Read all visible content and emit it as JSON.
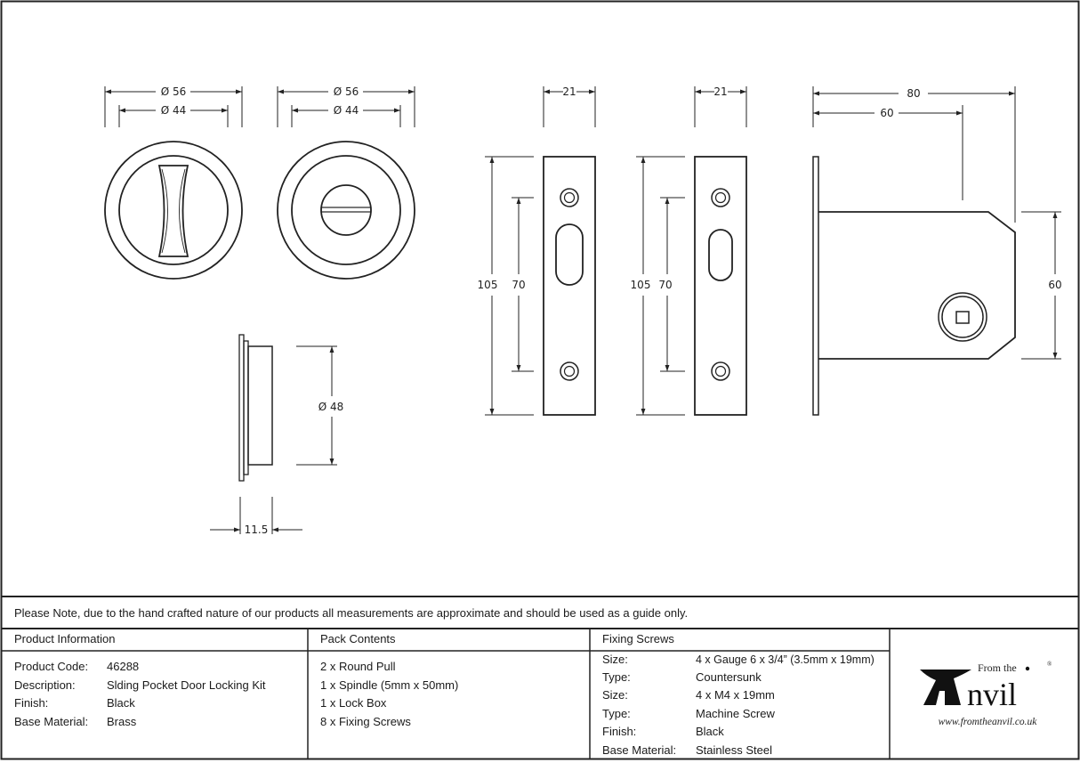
{
  "drawing": {
    "pull_privacy": {
      "outer_diameter": "Ø 56",
      "inner_diameter": "Ø 44"
    },
    "pull_turn": {
      "outer_diameter": "Ø 56",
      "inner_diameter": "Ø 44"
    },
    "pull_side": {
      "diameter": "Ø 48",
      "depth": "11.5"
    },
    "faceplate_1": {
      "width": "21",
      "height": "105",
      "hole_spacing": "70"
    },
    "faceplate_2": {
      "width": "21",
      "height": "105",
      "hole_spacing": "70"
    },
    "lock_box": {
      "overall_depth": "80",
      "backset": "60",
      "height": "60"
    }
  },
  "note": "Please Note, due to the hand crafted nature of our products all measurements are approximate and should be used as a guide only.",
  "product_info": {
    "heading": "Product Information",
    "rows": [
      {
        "label": "Product Code:",
        "value": "46288"
      },
      {
        "label": "Description:",
        "value": "Slding Pocket Door Locking Kit"
      },
      {
        "label": "Finish:",
        "value": "Black"
      },
      {
        "label": "Base Material:",
        "value": "Brass"
      }
    ]
  },
  "pack_contents": {
    "heading": "Pack Contents",
    "items": [
      "2 x Round Pull",
      "1 x Spindle (5mm x 50mm)",
      "1 x Lock Box",
      "8 x Fixing Screws"
    ]
  },
  "fixing_screws": {
    "heading": "Fixing Screws",
    "rows": [
      {
        "label": "Size:",
        "value": "4 x Gauge 6 x 3/4” (3.5mm x 19mm)"
      },
      {
        "label": "Type:",
        "value": "Countersunk"
      },
      {
        "label": "Size:",
        "value": "4 x M4 x 19mm"
      },
      {
        "label": "Type:",
        "value": "Machine Screw"
      },
      {
        "label": "Finish:",
        "value": "Black"
      },
      {
        "label": "Base Material:",
        "value": "Stainless Steel"
      }
    ]
  },
  "logo": {
    "from_the": "From the",
    "anvil": "Anvil",
    "registered": "®",
    "url": "www.fromtheanvil.co.uk"
  }
}
